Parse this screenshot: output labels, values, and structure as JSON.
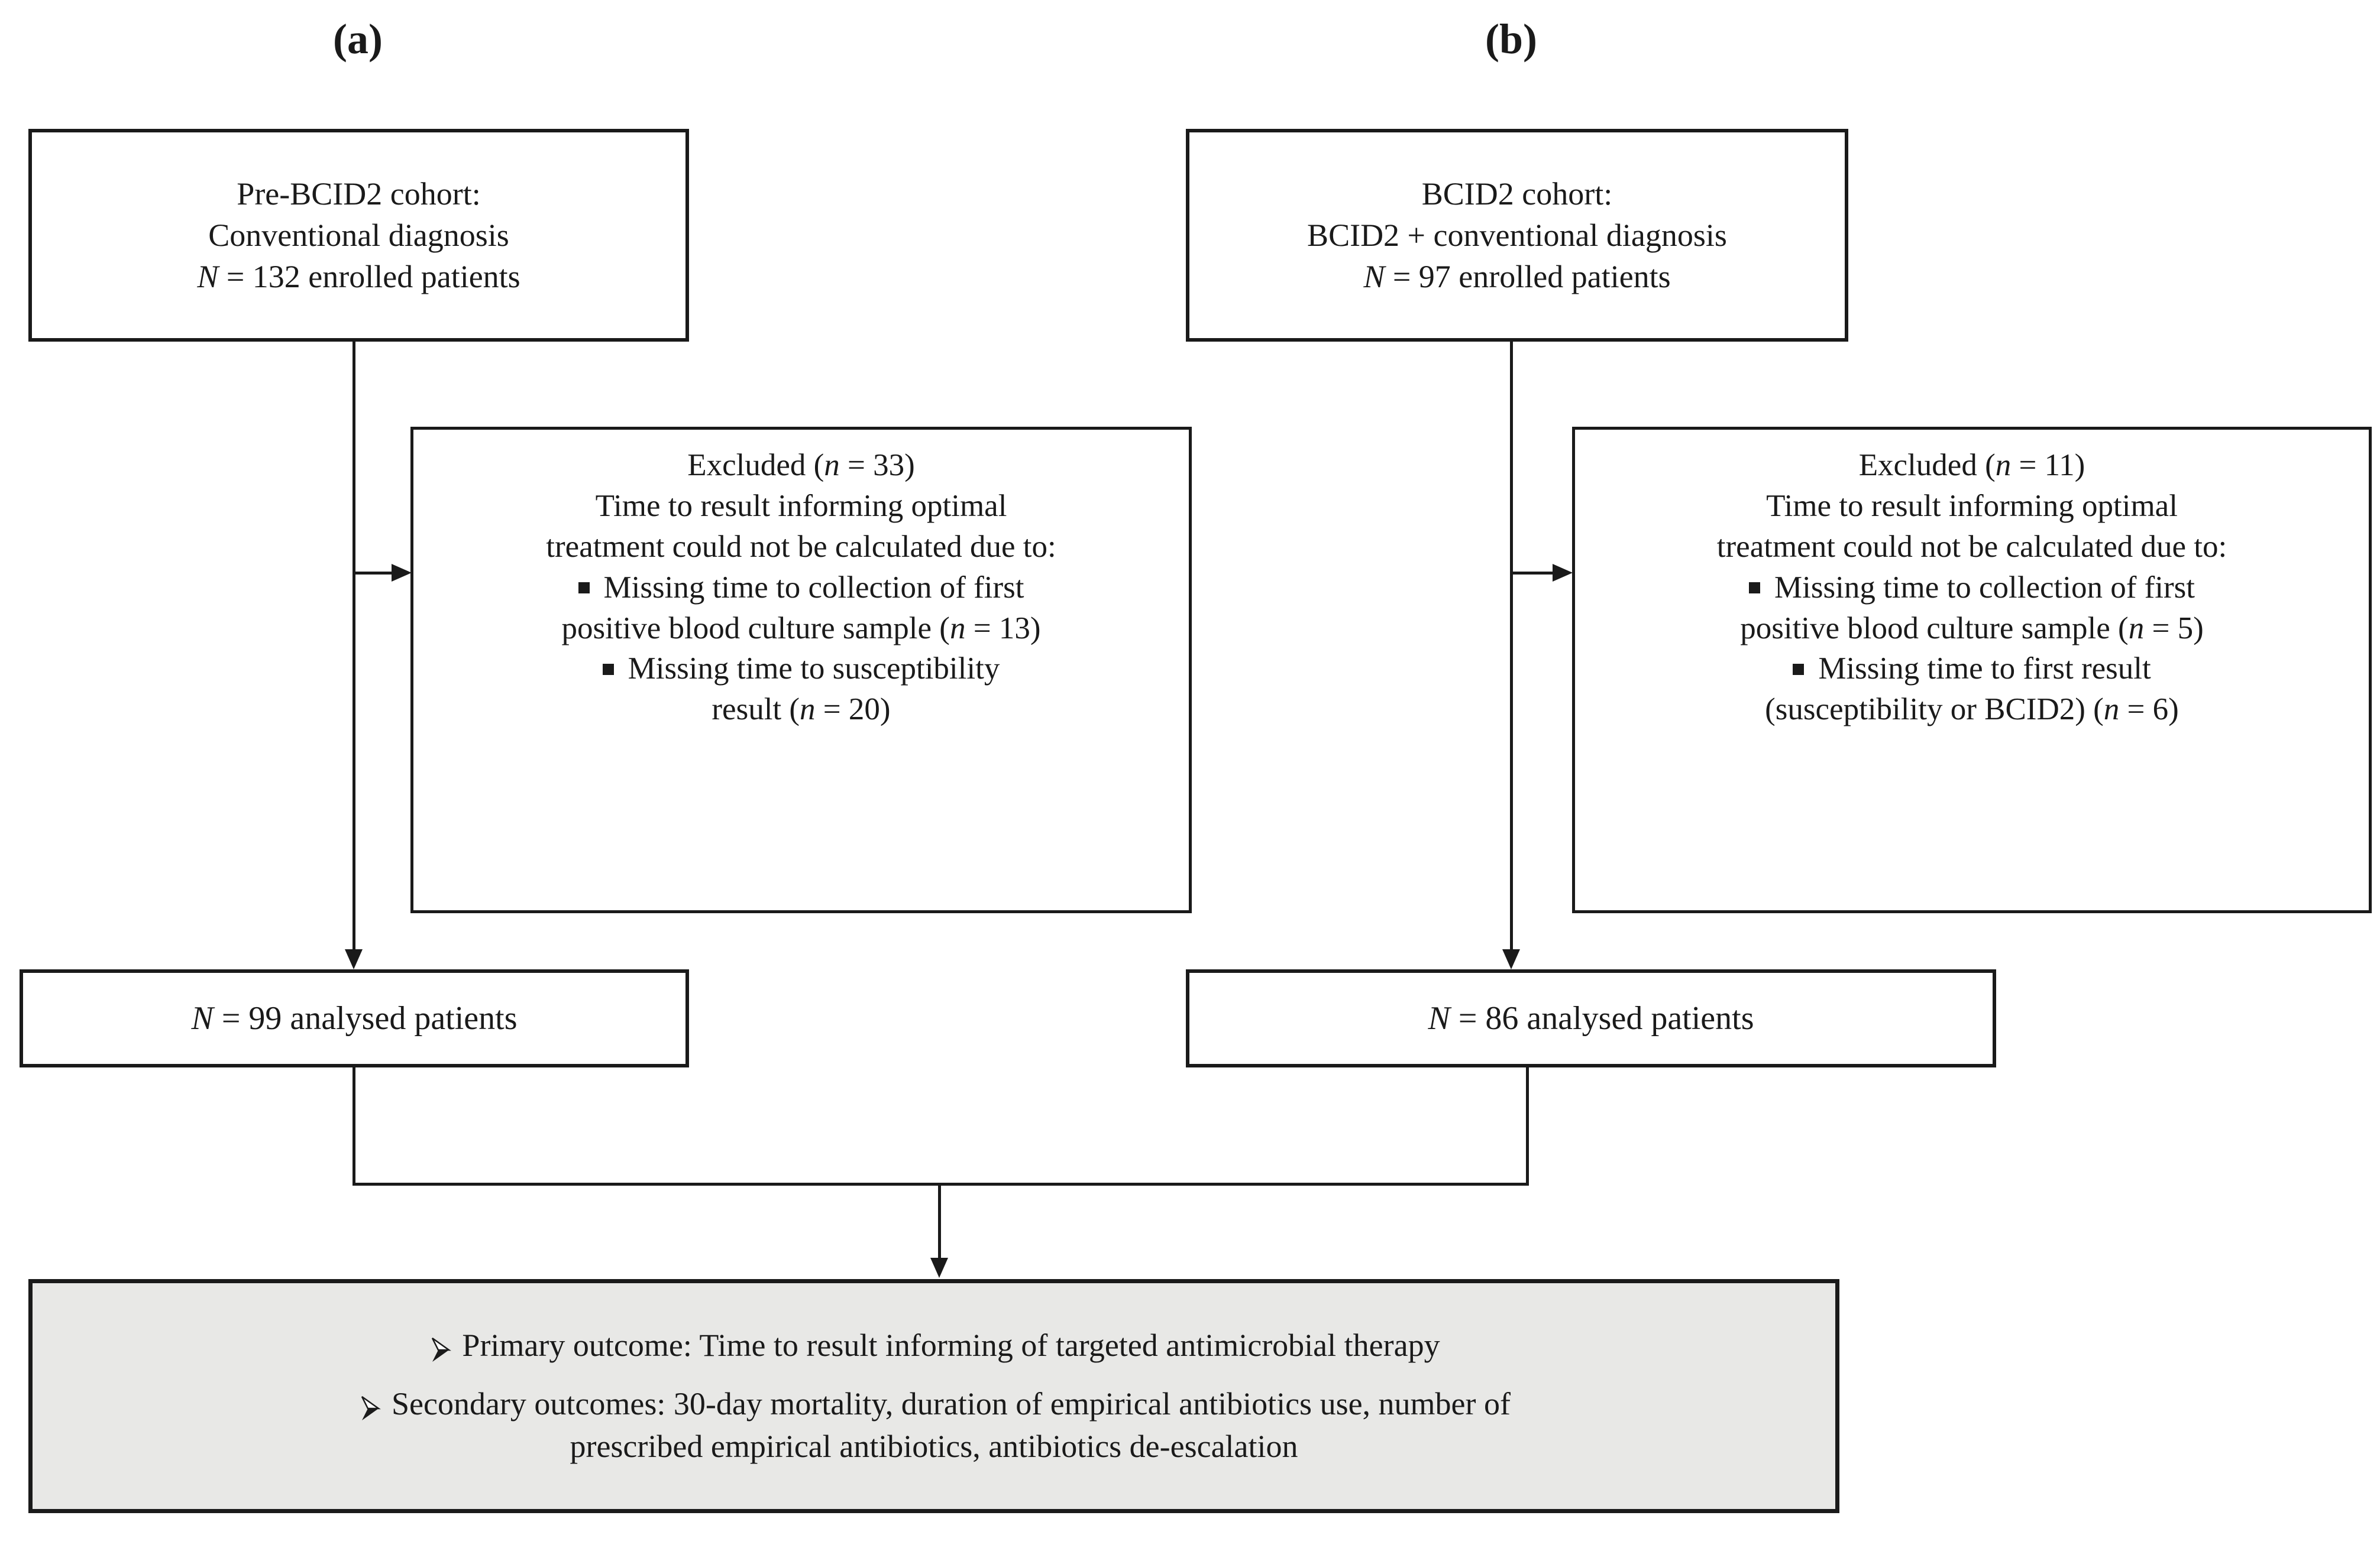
{
  "figure": {
    "type": "flow-diagram",
    "panels": [
      {
        "label": "(a)",
        "cohort_box": {
          "line1": "Pre-BCID2 cohort:",
          "line2": "Conventional diagnosis",
          "line3_prefix": "N",
          "line3_rest": " = 132 enrolled patients"
        },
        "excluded_box": {
          "header_prefix": "Excluded (",
          "header_n": "n",
          "header_suffix": " = 33)",
          "reason_line1": "Time to result informing optimal",
          "reason_line2": "treatment could not be calculated due to:",
          "bullets": [
            {
              "line1": "Missing time to collection of first",
              "line2_prefix": "positive blood culture sample (",
              "line2_n": "n",
              "line2_suffix": " = 13)"
            },
            {
              "line1": "Missing time to susceptibility",
              "line2_prefix": "result (",
              "line2_n": "n",
              "line2_suffix": " = 20)"
            }
          ]
        },
        "analysed_box": {
          "prefix": "N",
          "rest": " = 99 analysed patients"
        }
      },
      {
        "label": "(b)",
        "cohort_box": {
          "line1": "BCID2 cohort:",
          "line2": "BCID2 + conventional diagnosis",
          "line3_prefix": "N",
          "line3_rest": " = 97 enrolled patients"
        },
        "excluded_box": {
          "header_prefix": "Excluded (",
          "header_n": "n",
          "header_suffix": " = 11)",
          "reason_line1": "Time to result informing optimal",
          "reason_line2": "treatment could not be calculated due to:",
          "bullets": [
            {
              "line1": "Missing time to collection of first",
              "line2_prefix": "positive blood culture sample (",
              "line2_n": "n",
              "line2_suffix": " = 5)"
            },
            {
              "line1": "Missing time to first result",
              "line2_prefix": "(susceptibility or BCID2) (",
              "line2_n": "n",
              "line2_suffix": " = 6)"
            }
          ]
        },
        "analysed_box": {
          "prefix": "N",
          "rest": " = 86 analysed patients"
        }
      }
    ],
    "outcome_box": {
      "primary_line": "Primary outcome: Time to result informing of targeted antimicrobial therapy",
      "secondary_line1": "Secondary outcomes: 30-day mortality, duration of empirical antibiotics use, number of",
      "secondary_line2": "prescribed empirical antibiotics, antibiotics de-escalation",
      "background_color": "#e8e8e6",
      "border_color": "#1a1a1a"
    },
    "colors": {
      "ink": "#1a1a1a",
      "page": "#ffffff",
      "outcome_fill": "#e8e8e6"
    },
    "bullet_glyphs": {
      "excluded_bullet": "square-bullet",
      "outcome_bullet": "arrowhead-bullet"
    }
  }
}
